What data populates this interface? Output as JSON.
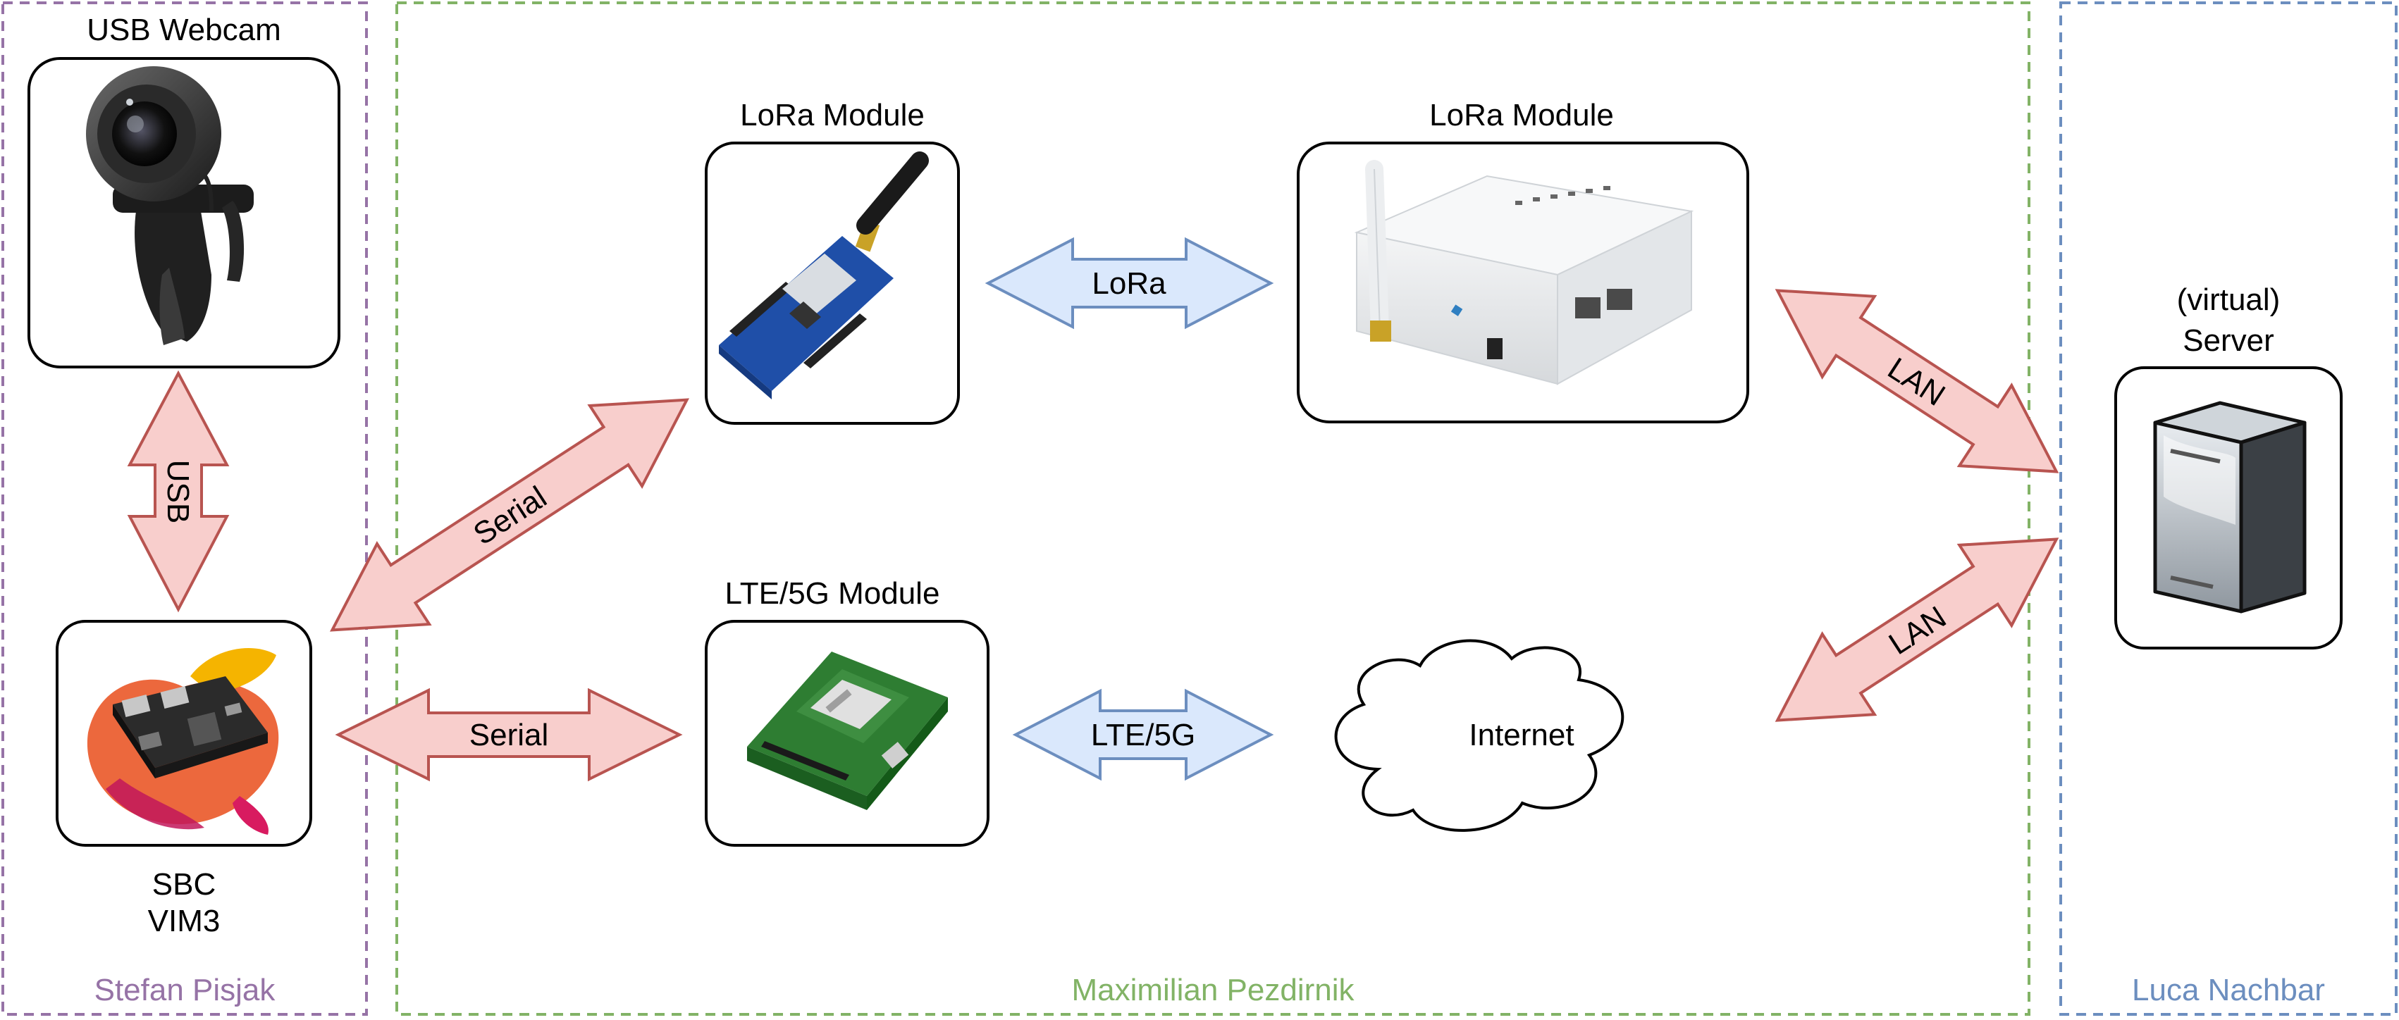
{
  "groups": {
    "left": {
      "name": "Stefan Pisjak",
      "color": "#9673a6"
    },
    "middle": {
      "name": "Maximilian Pezdirnik",
      "color": "#82b366"
    },
    "right": {
      "name": "Luca Nachbar",
      "color": "#6c8ebf"
    }
  },
  "nodes": {
    "webcam": {
      "title": "USB Webcam",
      "icon": "webcam-icon"
    },
    "sbc": {
      "line1": "SBC",
      "line2": "VIM3",
      "icon": "sbc-board-icon"
    },
    "lora_module_1": {
      "title": "LoRa Module",
      "icon": "lora-board-icon"
    },
    "lora_module_2": {
      "title": "LoRa Module",
      "icon": "lora-gateway-icon"
    },
    "lte_module": {
      "title": "LTE/5G Module",
      "icon": "lte-board-icon"
    },
    "internet": {
      "label": "Internet",
      "icon": "cloud-icon"
    },
    "server": {
      "line1": "(virtual)",
      "line2": "Server",
      "icon": "server-icon"
    }
  },
  "links": {
    "usb": "USB",
    "serial_diag": "Serial",
    "serial_horiz": "Serial",
    "lora": "LoRa",
    "lte": "LTE/5G",
    "lan_top": "LAN",
    "lan_bottom": "LAN"
  },
  "colors": {
    "wired_fill": "#f8cecc",
    "wired_stroke": "#b85450",
    "wireless_fill": "#dae8fc",
    "wireless_stroke": "#6c8ebf"
  }
}
